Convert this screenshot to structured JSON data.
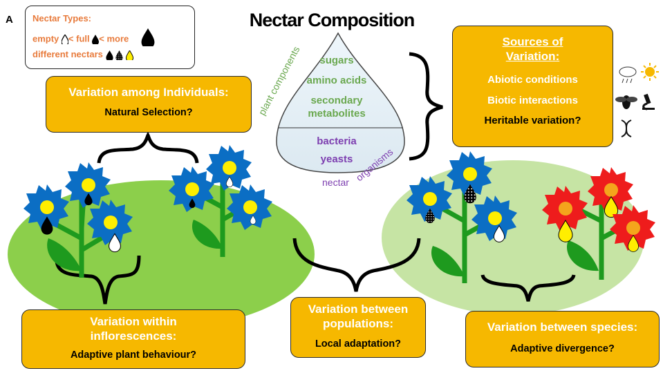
{
  "panel_letter": "A",
  "title": "Nectar Composition",
  "legend": {
    "heading": "Nectar Types:",
    "empty": "empty",
    "full": "< full",
    "more": "< more",
    "different": "different nectars"
  },
  "drop": {
    "plant_label": "plant components",
    "organisms_label": "organisms",
    "nectar_label": "nectar",
    "plant_items": [
      "sugars",
      "amino acids",
      "secondary",
      "metabolites"
    ],
    "organism_items": [
      "bacteria",
      "yeasts"
    ]
  },
  "sources": {
    "title_line1": "Sources of",
    "title_line2": "Variation:",
    "items": [
      "Abiotic conditions",
      "Biotic interactions"
    ],
    "question": "Heritable variation?"
  },
  "boxes": {
    "individuals": {
      "head": "Variation among Individuals:",
      "question": "Natural Selection?"
    },
    "within": {
      "head1": "Variation within",
      "head2": "inflorescences:",
      "question": "Adaptive plant behaviour?"
    },
    "populations": {
      "head1": "Variation between",
      "head2": "populations:",
      "question": "Local adaptation?"
    },
    "species": {
      "head": "Variation between species:",
      "question": "Adaptive divergence?"
    }
  },
  "colors": {
    "box_fill": "#f6b800",
    "field_dark": "#8ccf4b",
    "field_light": "#c6e4a4",
    "petal_blue": "#0b6ec4",
    "petal_red": "#ee1c1c",
    "center_yellow": "#ffee00",
    "center_orange": "#f4a51c",
    "stem_green": "#1e9a1e",
    "legend_text": "#e87b3c",
    "plant_green_text": "#6aa84f",
    "organism_purple_text": "#7d3fb0"
  },
  "icons": [
    "weather-icon",
    "sun-icon",
    "bee-icon",
    "microscope-icon",
    "dna-icon"
  ]
}
